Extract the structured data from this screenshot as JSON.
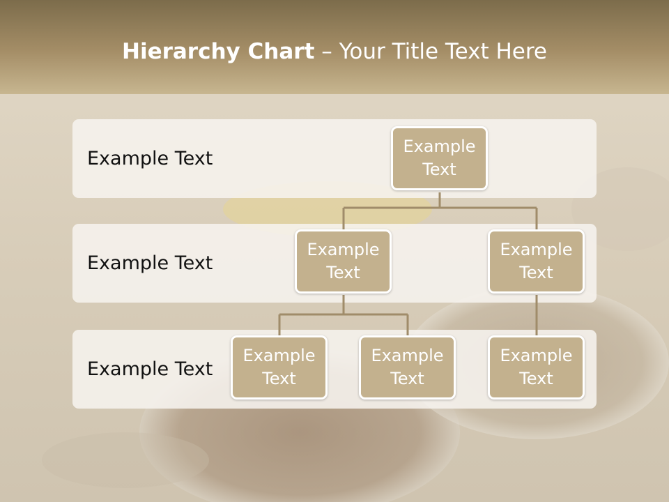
{
  "title": {
    "bold": "Hierarchy Chart",
    "rest": " – Your Title Text Here"
  },
  "rows": [
    {
      "label": "Example Text"
    },
    {
      "label": "Example Text"
    },
    {
      "label": "Example Text"
    }
  ],
  "nodes": {
    "root": "Example Text",
    "l2a": "Example Text",
    "l2b": "Example Text",
    "l3a": "Example Text",
    "l3b": "Example Text",
    "l3c": "Example Text"
  },
  "colors": {
    "title_band": "#a58e67",
    "node_fill": "#c3b18e",
    "connector": "#a08c6a",
    "band_fill": "#f6f3ee"
  }
}
